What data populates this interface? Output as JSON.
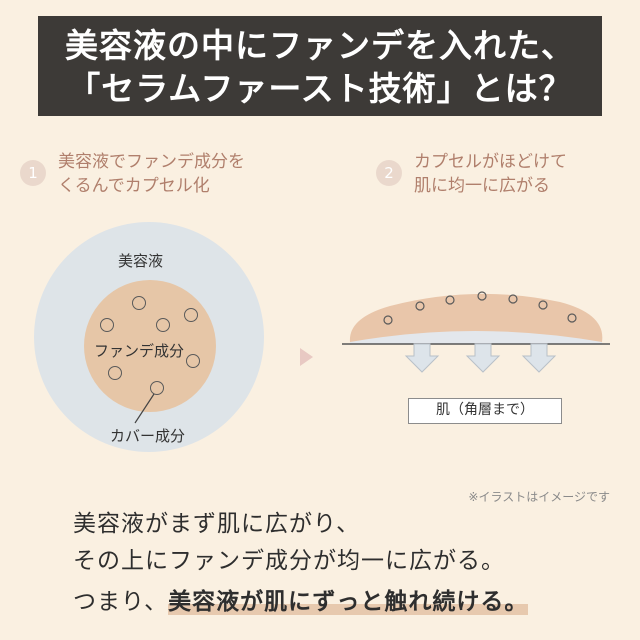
{
  "title": {
    "line1": "美容液の中にファンデを入れた、",
    "line2": "「セラムファースト技術」とは？"
  },
  "steps": [
    {
      "number": "1",
      "line1": "美容液でファンデ成分を",
      "line2": "くるんでカプセル化"
    },
    {
      "number": "2",
      "line1": "カプセルがほどけて",
      "line2": "肌に均一に広がる"
    }
  ],
  "diagram": {
    "serum_label": "美容液",
    "foundation_label": "ファンデ成分",
    "cover_label": "カバー成分",
    "skin_label": "肌（角層まで）",
    "note": "※イラストはイメージです",
    "colors": {
      "background": "#faf0e1",
      "serum_circle": "#dee4e8",
      "foundation_circle": "#e6c6a7",
      "step_text": "#b07f6c",
      "highlight": "#e7c9ae",
      "title_bg": "#3d3a37"
    }
  },
  "body": {
    "line1": "美容液がまず肌に広がり、",
    "line2": "その上にファンデ成分が均一に広がる。",
    "line3_prefix": "つまり、",
    "line3_highlight": "美容液が肌にずっと触れ続ける。"
  }
}
